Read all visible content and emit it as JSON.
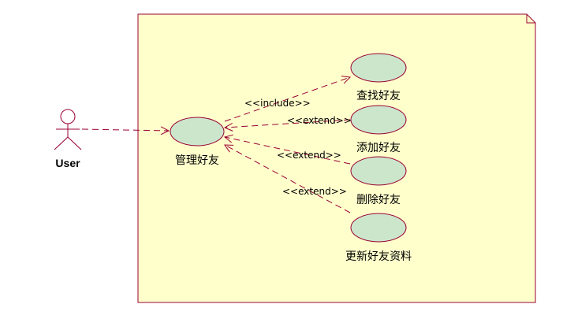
{
  "diagram": {
    "type": "uml-use-case",
    "actor": {
      "label": "User"
    },
    "use_cases": [
      {
        "id": "manage",
        "label": "管理好友"
      },
      {
        "id": "search",
        "label": "查找好友"
      },
      {
        "id": "add",
        "label": "添加好友"
      },
      {
        "id": "delete",
        "label": "删除好友"
      },
      {
        "id": "update",
        "label": "更新好友资料"
      }
    ],
    "relations": [
      {
        "id": "assoc",
        "from": "actor",
        "to": "manage",
        "label": ""
      },
      {
        "id": "include-search",
        "from": "manage",
        "to": "search",
        "label": "<<include>>"
      },
      {
        "id": "extend-add",
        "from": "add",
        "to": "manage",
        "label": "<<extend>>"
      },
      {
        "id": "extend-delete",
        "from": "delete",
        "to": "manage",
        "label": "<<extend>>"
      },
      {
        "id": "extend-update",
        "from": "update",
        "to": "manage",
        "label": "<<extend>>"
      }
    ]
  },
  "colors": {
    "boundary_fill": "#ffffcc",
    "boundary_stroke": "#990033",
    "use_case_fill": "#cce6cc",
    "use_case_stroke": "#990033",
    "line_stroke": "#990033"
  }
}
